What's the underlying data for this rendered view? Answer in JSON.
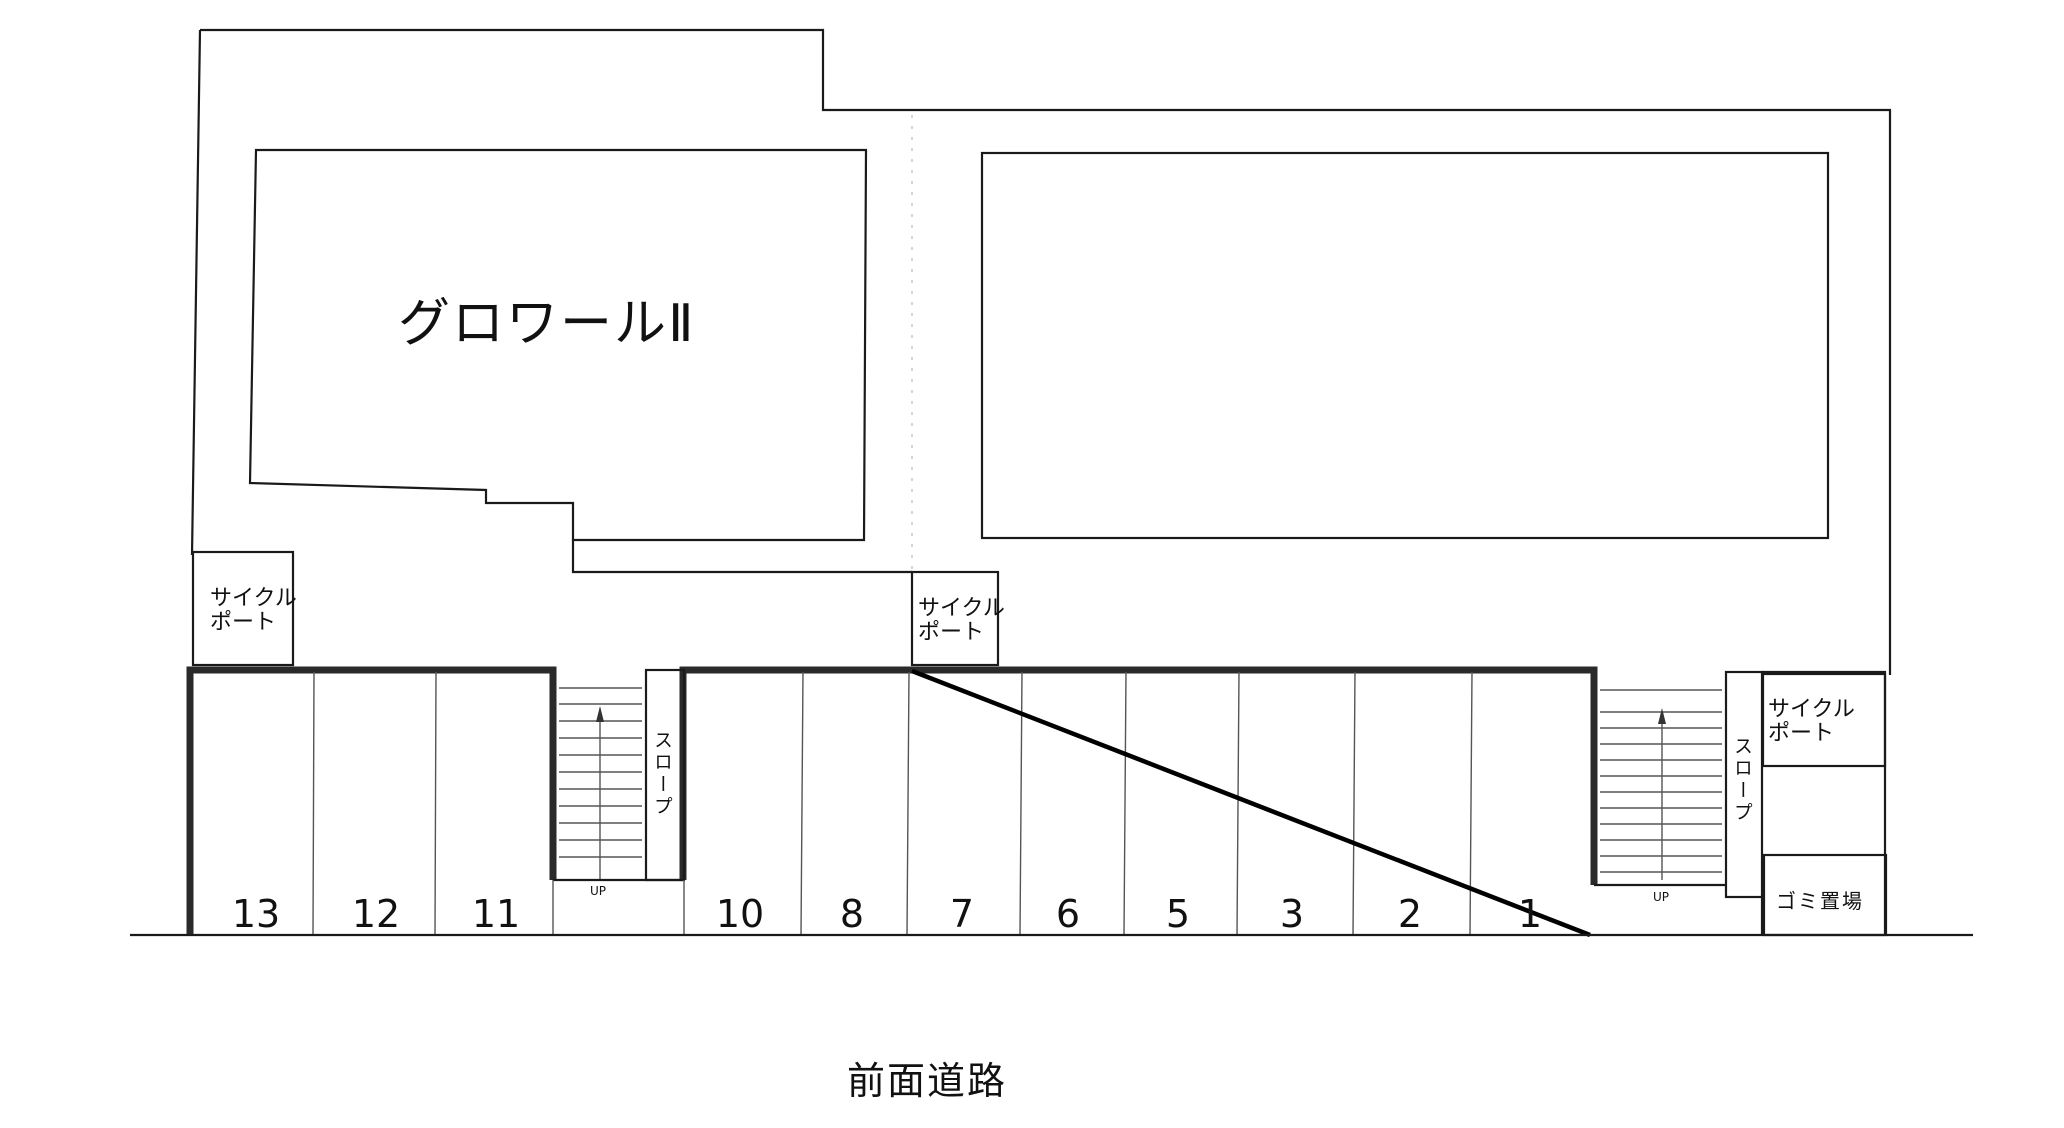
{
  "building": {
    "name": "グロワールⅡ"
  },
  "road": {
    "label": "前面道路"
  },
  "cycle_ports": [
    {
      "label_line1": "サイクル",
      "label_line2": "ポート"
    },
    {
      "label_line1": "サイクル",
      "label_line2": "ポート"
    },
    {
      "label_line1": "サイクル",
      "label_line2": "ポート"
    }
  ],
  "slopes": [
    {
      "label": "スロープ"
    },
    {
      "label": "スロープ"
    }
  ],
  "stairs": [
    {
      "up_label": "UP"
    },
    {
      "up_label": "UP"
    }
  ],
  "garbage": {
    "label": "ゴミ置場"
  },
  "parking_spaces": [
    "13",
    "12",
    "11",
    "10",
    "8",
    "7",
    "6",
    "5",
    "3",
    "2",
    "1"
  ]
}
